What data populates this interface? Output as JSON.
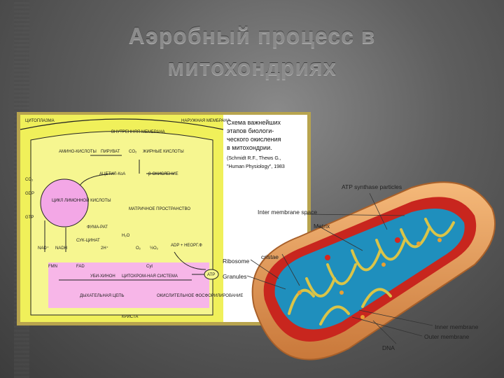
{
  "title": {
    "line1": "Аэробный процесс в",
    "line2": "митохондриях"
  },
  "scheme": {
    "caption_lines": [
      "Схема важнейших",
      "этапов биологи-",
      "ческого окисления",
      "в митохондрии.",
      "(Schmidt R.F., Thews G.,",
      "\"Human Physiology\", 1983"
    ],
    "labels": {
      "cytoplasm": "ЦИТОПЛАЗМА",
      "outer_membrane": "НАРУЖНАЯ МЕМБРАНА",
      "inner_membrane": "ВНУТРЕННЯЯ МЕМБРАНА",
      "amino_acids": "АМИНО-КИСЛОТЫ",
      "pyruvate": "ПИРУВАТ",
      "co2_top": "CO₂",
      "fatty_acids": "ЖИРНЫЕ КИСЛОТЫ",
      "acetyl_coa": "АЦЕТИЛ-КоА",
      "beta_oxidation": "β-ОКИСЛЕНИЕ",
      "co2_left": "CO₂",
      "gdp": "GDP",
      "gtp": "GTP",
      "cycle": "ЦИКЛ ЛИМОННОЙ КИСЛОТЫ",
      "matrix": "МАТРИЧНОЕ ПРОСТРАНСТВО",
      "fumarate": "ФУМА-РАТ",
      "succinate": "СУК-ЦИНАТ",
      "nad": "NAD⁺",
      "nadh": "NADH",
      "h_plus": "2H⁺",
      "h2o": "H₂O",
      "o2": "O₂",
      "half_o2": "½O₂",
      "adp": "ADP + НЕОРГ.Ф",
      "fmn": "FMN",
      "fad": "FAD",
      "cyt": "Cyt",
      "ubiquinone": "УБИ-ХИНОН",
      "cytochrome_system": "ЦИТОХРОМ-НАЯ СИСТЕМА",
      "electron_chain": "ДЫХАТЕЛЬНАЯ ЦЕПЬ",
      "oxidative_phosphorylation": "ОКИСЛИТЕЛЬНОЕ ФОСФОРИЛИРОВАНИЕ",
      "atp": "ATP",
      "crista": "КРИСТА"
    }
  },
  "mitochondrion": {
    "labels": {
      "atp_synthase": "ATP synthase particles",
      "intermembrane": "Inter membrane space",
      "matrix": "Matrix",
      "cristae": "cristae",
      "ribosome": "Ribosome",
      "granules": "Granules",
      "inner_membrane": "Inner membrane",
      "outer_membrane": "Outer membrane",
      "dna": "DNA"
    }
  },
  "colors": {
    "background": "#5e5e5e",
    "title": "#8b8b8b",
    "scheme_yellow": "#f0f05a",
    "scheme_pink": "#f7b6e8",
    "cycle_pink": "#f3a7e6",
    "mito_outer": "#e9a160",
    "mito_inner_red": "#c8261e",
    "mito_matrix": "#1f8fbd",
    "cristae": "#d9c448"
  }
}
